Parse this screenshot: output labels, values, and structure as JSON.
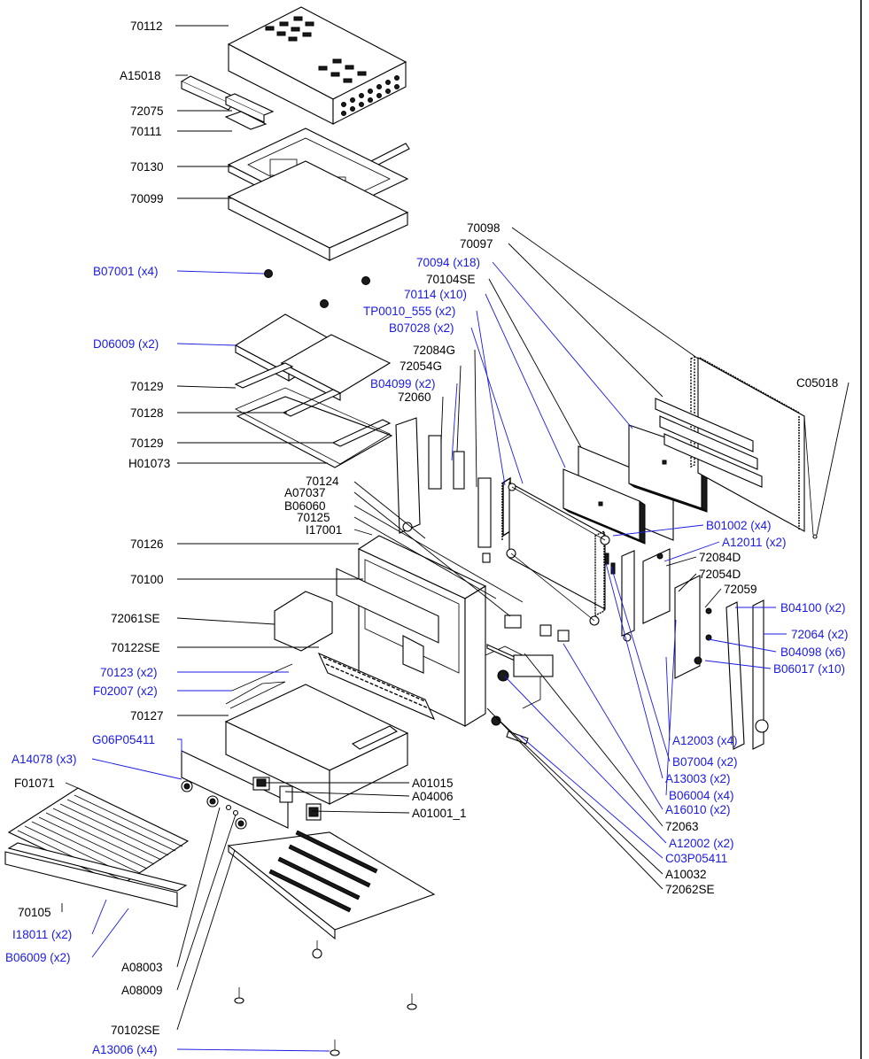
{
  "colors": {
    "default_label": "#000000",
    "highlight_label": "#1a1ae6"
  },
  "labels": {
    "p70112": "70112",
    "A15018": "A15018",
    "p72075": "72075",
    "p70111": "70111",
    "p70130": "70130",
    "p70099": "70099",
    "B07001": "B07001 (x4)",
    "D06009": "D06009 (x2)",
    "p70129a": "70129",
    "p70128": "70128",
    "p70129b": "70129",
    "H01073": "H01073",
    "p70124": "70124",
    "A07037": "A07037",
    "B06060": "B06060",
    "p70125": "70125",
    "I17001": "I17001",
    "p70126": "70126",
    "p70100": "70100",
    "p72061SE": "72061SE",
    "p70122SE": "70122SE",
    "p70123": "70123 (x2)",
    "F02007": "F02007 (x2)",
    "p70127": "70127",
    "G06P05411": "G06P05411",
    "A14078": "A14078 (x3)",
    "F01071": "F01071",
    "p70105": "70105",
    "I18011": "I18011 (x2)",
    "B06009": "B06009 (x2)",
    "A08003": "A08003",
    "A08009": "A08009",
    "p70102SE": "70102SE",
    "A13006": "A13006 (x4)",
    "p70098": "70098",
    "p70097": "70097",
    "p70094": "70094 (x18)",
    "p70104SE": "70104SE",
    "p70114": "70114 (x10)",
    "TP0010": "TP0010_555 (x2)",
    "B07028": "B07028 (x2)",
    "p72084G": "72084G",
    "p72054G": "72054G",
    "B04099": "B04099 (x2)",
    "p72060": "72060",
    "C05018": "C05018",
    "B01002": "B01002 (x4)",
    "A12011": "A12011 (x2)",
    "p72084D": "72084D",
    "p72054D": "72054D",
    "p72059": "72059",
    "B04100": "B04100 (x2)",
    "p72064": "72064 (x2)",
    "B04098": "B04098 (x6)",
    "B06017": "B06017 (x10)",
    "A12003": "A12003 (x4)",
    "B07004": "B07004 (x2)",
    "A13003": "A13003 (x2)",
    "B06004": "B06004 (x4)",
    "A16010": "A16010 (x2)",
    "p72063": "72063",
    "A12002": "A12002 (x2)",
    "C03P05411": "C03P05411",
    "A10032": "A10032",
    "p72062SE": "72062SE",
    "A01015": "A01015",
    "A04006": "A04006",
    "A01001_1": "A01001_1"
  }
}
